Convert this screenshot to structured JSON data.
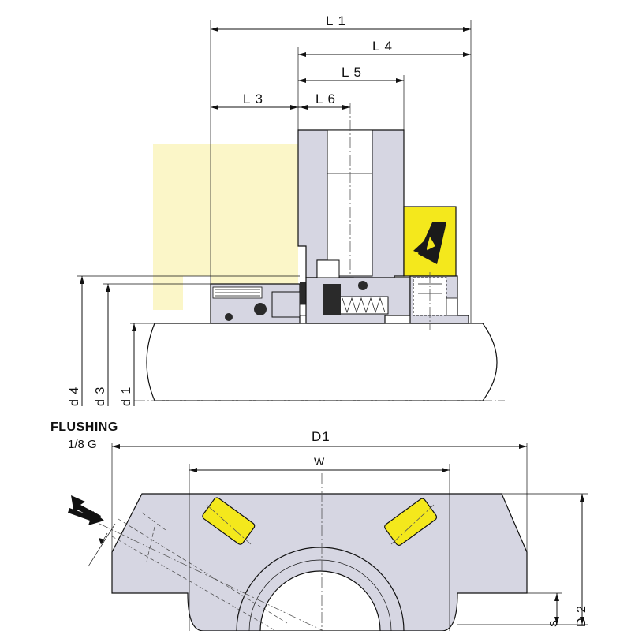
{
  "dimensions": {
    "L1": "L 1",
    "L4": "L 4",
    "L5": "L 5",
    "L3": "L 3",
    "L6": "L 6",
    "d4": "d 4",
    "d3": "d 3",
    "d1": "d 1",
    "D1": "D1",
    "W": "W",
    "S": "S",
    "D2": "D 2"
  },
  "flushing": {
    "title": "FLUSHING",
    "thread": "1/8 G"
  },
  "colors": {
    "gland_fill": "#d6d6e2",
    "seal_face_yellow": "#f4e81c",
    "highlight_zone": "#fbf6c8",
    "rubber_dark": "#2a2a2a",
    "shaft_fill": "#ffffff"
  },
  "icons": {
    "logo": "brand-triangle-logo",
    "flow_arrows": "flushing-flow-arrows"
  }
}
